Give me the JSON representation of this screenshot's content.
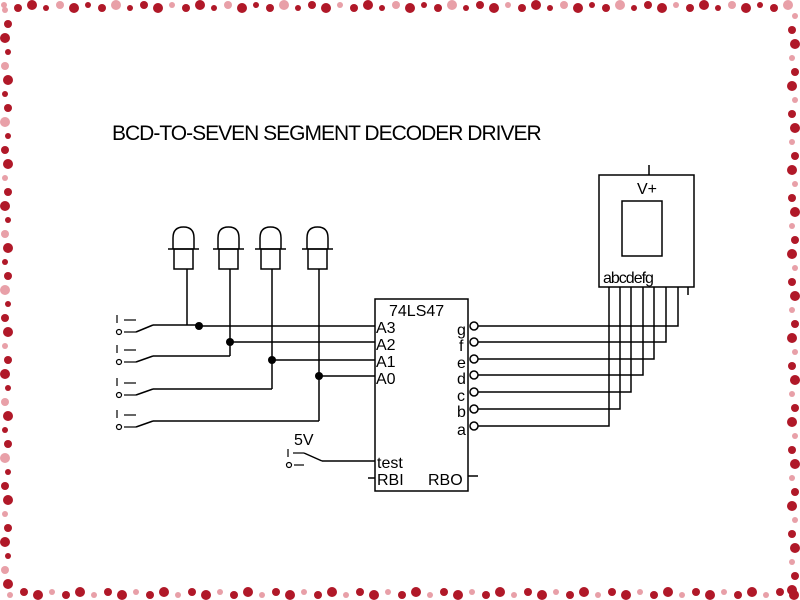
{
  "title": "BCD-TO-SEVEN SEGMENT DECODER DRIVER",
  "colors": {
    "border": "#b01828",
    "border_light": "#e8a0a8",
    "ink": "#000000",
    "background": "#ffffff"
  },
  "decoder": {
    "part": "74LS47",
    "inputs": [
      "A3",
      "A2",
      "A1",
      "A0"
    ],
    "outputs": [
      "g",
      "f",
      "e",
      "d",
      "c",
      "b",
      "a"
    ],
    "test_label": "test",
    "rbi_label": "RBI",
    "rbo_label": "RBO"
  },
  "display": {
    "supply": "V+",
    "segments_label": "abcdefg"
  },
  "power": {
    "label": "5V"
  },
  "switch_count": 4,
  "indicator_icon": "led-icon"
}
